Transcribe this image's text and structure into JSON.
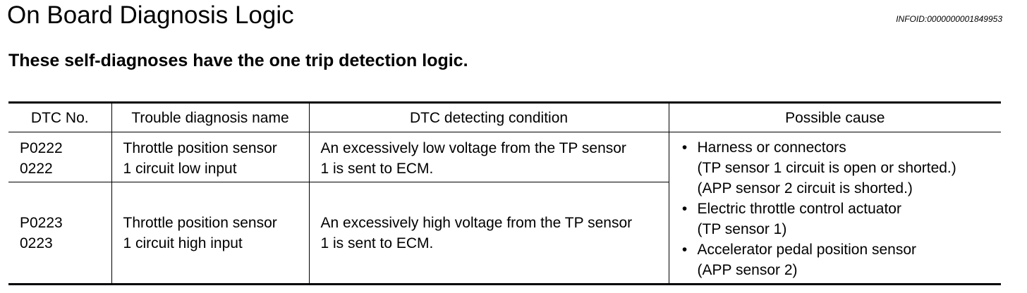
{
  "header": {
    "title": "On Board Diagnosis Logic",
    "info_id": "INFOID:0000000001849953"
  },
  "subtitle": "These self-diagnoses have the one trip detection logic.",
  "table": {
    "columns": [
      "DTC No.",
      "Trouble diagnosis name",
      "DTC detecting condition",
      "Possible cause"
    ],
    "rows": [
      {
        "dtc": [
          "P0222",
          "0222"
        ],
        "name": [
          "Throttle position sensor",
          "1 circuit low input"
        ],
        "condition": [
          "An excessively low voltage from the TP sensor",
          "1 is sent to ECM."
        ]
      },
      {
        "dtc": [
          "P0223",
          "0223"
        ],
        "name": [
          "Throttle position sensor",
          "1 circuit high input"
        ],
        "condition": [
          "An excessively high voltage from the TP sensor",
          "1 is sent to ECM."
        ]
      }
    ],
    "possible_cause": {
      "bullet": "•",
      "items": [
        [
          "Harness or connectors",
          "(TP sensor 1 circuit is open or shorted.)",
          "(APP sensor 2 circuit is shorted.)"
        ],
        [
          "Electric throttle control actuator",
          "(TP sensor 1)"
        ],
        [
          "Accelerator pedal position sensor",
          "(APP sensor 2)"
        ]
      ]
    }
  }
}
